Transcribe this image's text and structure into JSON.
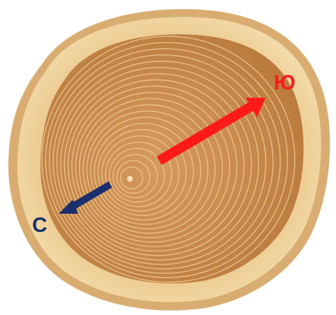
{
  "image": {
    "subject": "tree-trunk-cross-section",
    "colors": {
      "background": "#ffffff",
      "bark_edge": "#d7ad73",
      "sapwood": "#ecc98f",
      "sapwood_light": "#f3dcaa",
      "heartwood": "#c98a4d",
      "heartwood_dark": "#b87638",
      "ring_line": "#f0cf99",
      "pith": "#f6e0b4"
    }
  },
  "arrows": {
    "south": {
      "label": "Ю",
      "color": "#ff1a1a",
      "icon": "arrow-right-up-icon"
    },
    "north": {
      "label": "С",
      "color": "#1b2e6e",
      "icon": "arrow-left-down-icon"
    }
  }
}
